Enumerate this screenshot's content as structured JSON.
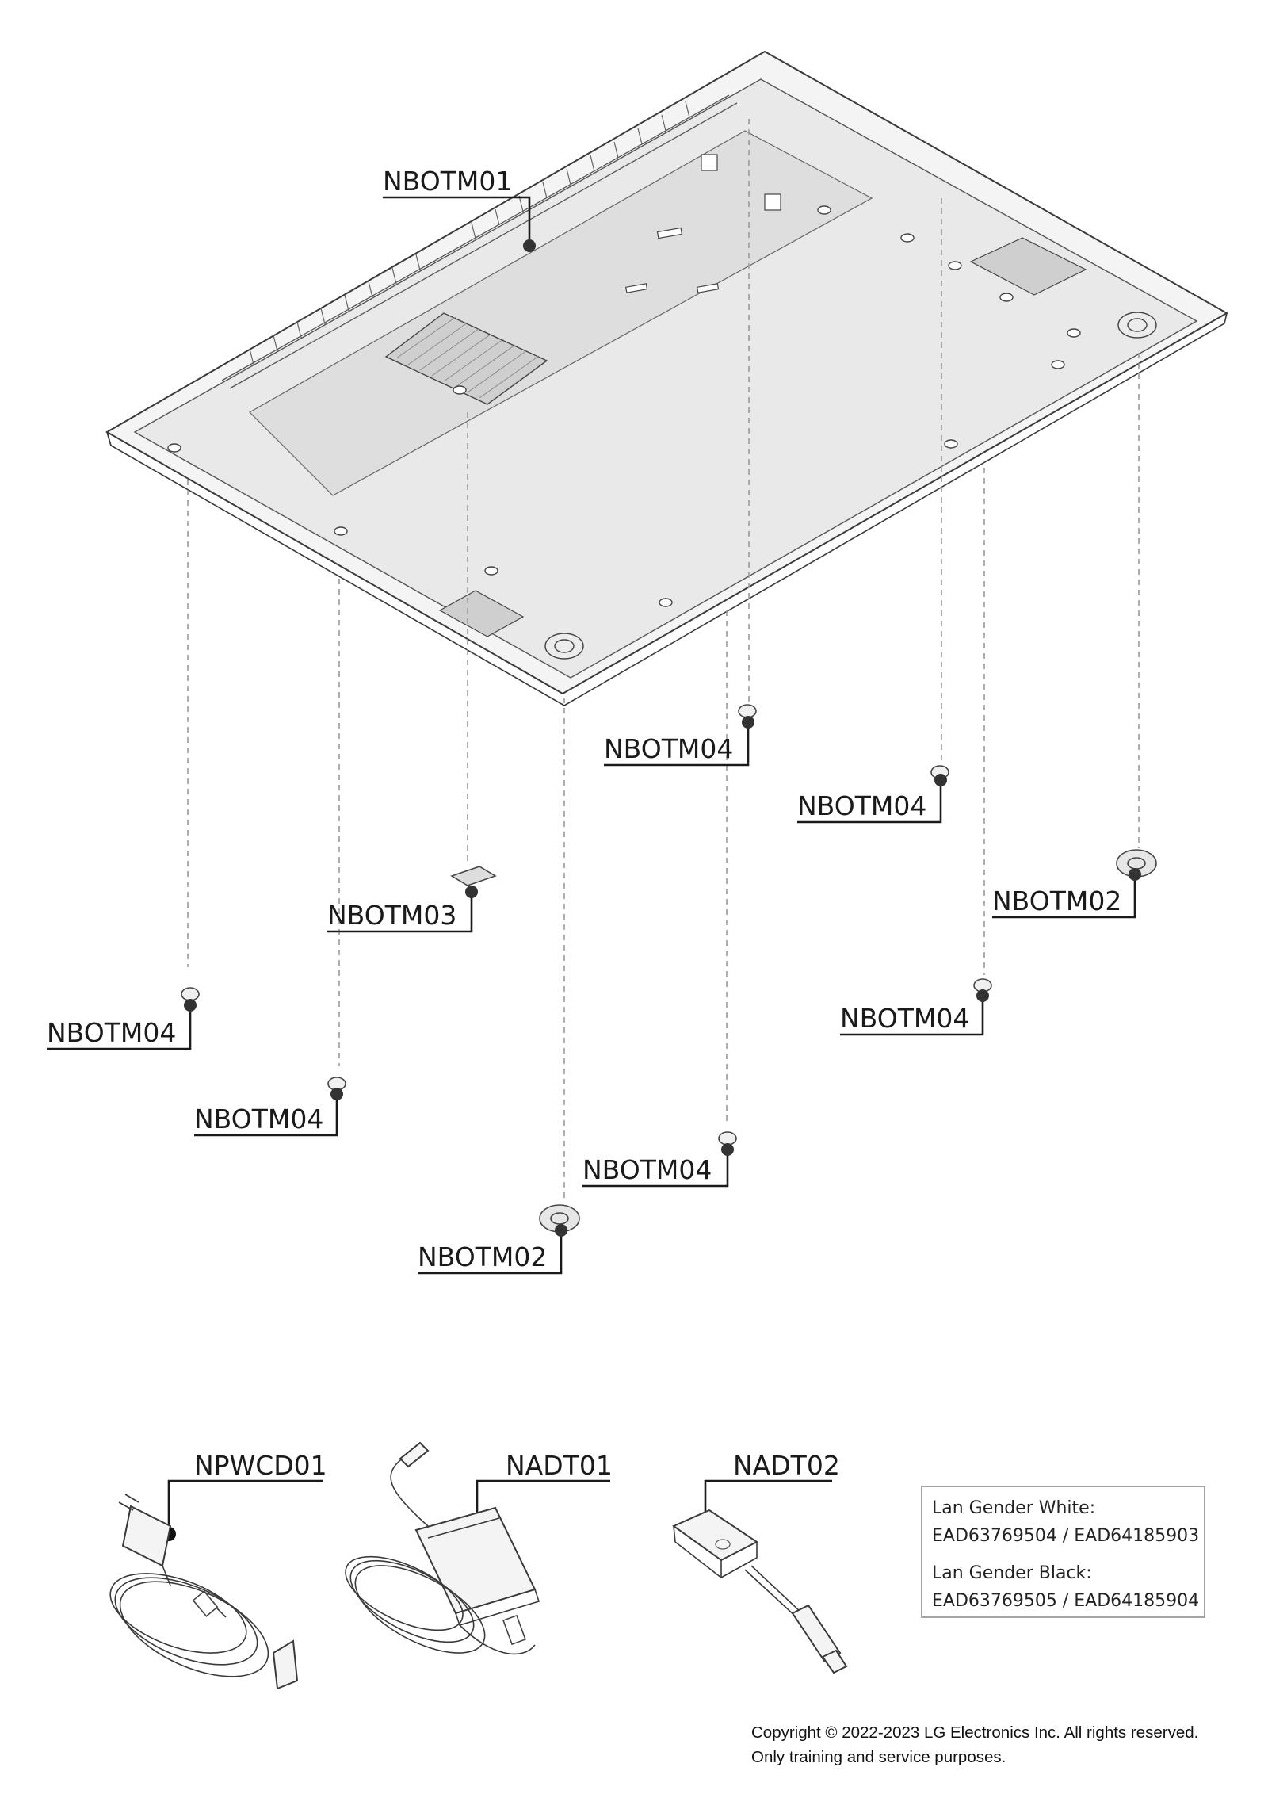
{
  "callouts": {
    "bottom_cover": "NBOTM01",
    "screw_left_far": "NBOTM04",
    "screw_left": "NBOTM04",
    "tape": "NBOTM03",
    "foot_front": "NBOTM02",
    "screw_center_low": "NBOTM04",
    "screw_center_high": "NBOTM04",
    "screw_right_high": "NBOTM04",
    "foot_right": "NBOTM02",
    "screw_right_low": "NBOTM04",
    "power_cord": "NPWCD01",
    "adapter": "NADT01",
    "lan_gender": "NADT02"
  },
  "info_box": {
    "white_label": "Lan Gender White:",
    "white_parts": "EAD63769504 / EAD64185903",
    "black_label": "Lan Gender Black:",
    "black_parts": "EAD63769505 / EAD64185904"
  },
  "copyright": {
    "line1": "Copyright © 2022-2023 LG Electronics Inc. All rights reserved.",
    "line2": "Only training and service purposes."
  },
  "icons": [
    "power-cord-icon",
    "ac-adapter-icon",
    "lan-gender-icon",
    "screw-icon",
    "rubber-foot-icon",
    "tape-icon"
  ]
}
